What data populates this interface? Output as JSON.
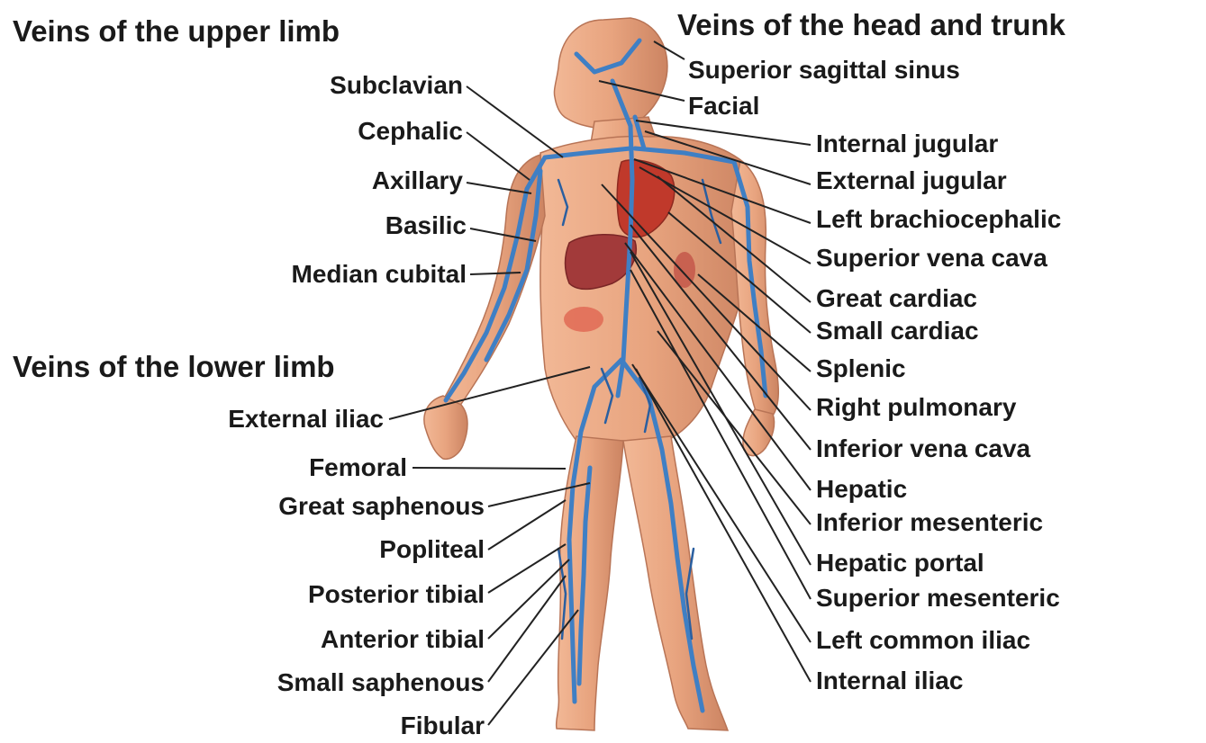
{
  "titles": {
    "upper_limb": "Veins of the upper limb",
    "lower_limb": "Veins of the lower limb",
    "head_trunk": "Veins of the head and trunk"
  },
  "labels_left": {
    "subclavian": "Subclavian",
    "cephalic": "Cephalic",
    "axillary": "Axillary",
    "basilic": "Basilic",
    "median_cubital": "Median cubital",
    "external_iliac": "External iliac",
    "femoral": "Femoral",
    "great_saphenous": "Great saphenous",
    "popliteal": "Popliteal",
    "posterior_tibial": "Posterior tibial",
    "anterior_tibial": "Anterior tibial",
    "small_saphenous": "Small saphenous",
    "fibular": "Fibular"
  },
  "labels_right": {
    "superior_sagittal_sinus": "Superior sagittal sinus",
    "facial": "Facial",
    "internal_jugular": "Internal jugular",
    "external_jugular": "External jugular",
    "left_brachiocephalic": "Left brachiocephalic",
    "superior_vena_cava": "Superior vena cava",
    "great_cardiac": "Great cardiac",
    "small_cardiac": "Small cardiac",
    "splenic": "Splenic",
    "right_pulmonary": "Right pulmonary",
    "inferior_vena_cava": "Inferior vena cava",
    "hepatic": "Hepatic",
    "inferior_mesenteric": "Inferior mesenteric",
    "hepatic_portal": "Hepatic portal",
    "superior_mesenteric": "Superior mesenteric",
    "left_common_iliac": "Left common iliac",
    "internal_iliac": "Internal iliac"
  },
  "colors": {
    "skin": "#e8a47f",
    "skin_shadow": "#c97b5a",
    "vein": "#3f7fc4",
    "vein_dark": "#2a5fa0",
    "heart": "#c0392b",
    "liver": "#a23a3a",
    "leader_line": "#222222"
  }
}
